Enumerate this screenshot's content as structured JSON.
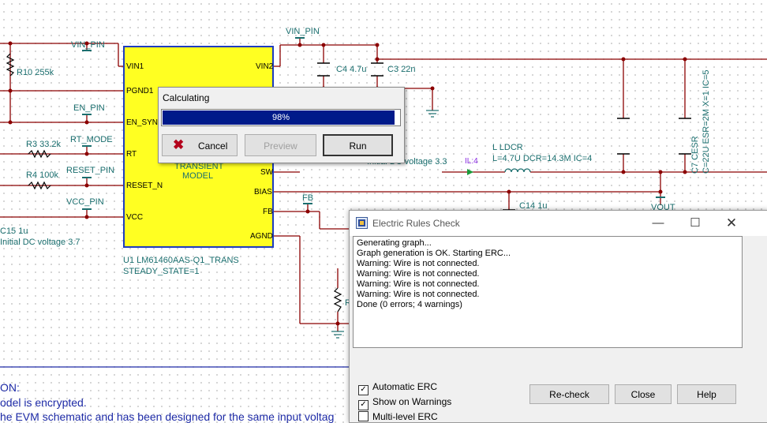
{
  "schematic": {
    "nets": {
      "vin_pin_left": "VIN_PIN",
      "vin_pin_top": "VIN_PIN",
      "en_pin": "EN_PIN",
      "rt_mode": "RT_MODE",
      "reset_pin": "RESET_PIN",
      "vcc_pin": "VCC_PIN",
      "fb": "FB",
      "vout": "VOUT"
    },
    "components": {
      "r10": "R10 255k",
      "r3": "R3 33.2k",
      "r4": "R4 100k",
      "c15": "C15 1u",
      "c15_ic": "Initial DC voltage 3.7",
      "c4": "C4 4.7u",
      "c3": "C3 22n",
      "c14": "C14 1u",
      "sw_ic": "Initial DC voltage 3.3",
      "il": "IL:4",
      "l": "L LDCR",
      "l_params": "L=4.7U DCR=14.3M IC=4",
      "c7": "C7 CESR",
      "c7_params": "C=22U ESR=2M X=1 IC=5",
      "r_partial": "R"
    },
    "chip": {
      "pins_left": [
        "VIN1",
        "PGND1",
        "EN_SYN",
        "RT",
        "RESET_N",
        "VCC"
      ],
      "pins_right": [
        "VIN2",
        "SW",
        "BIAS",
        "FB",
        "AGND"
      ],
      "center_line1": "TRANSIENT",
      "center_line2": "MODEL",
      "name": "U1 LM61460AAS-Q1_TRANS",
      "state": "STEADY_STATE=1"
    },
    "notes": {
      "line1": "ON:",
      "line2": "odel is encrypted.",
      "line3": "he EVM schematic and has been designed for the same input voltag"
    }
  },
  "calc_dialog": {
    "title": "Calculating",
    "progress_percent": 98,
    "progress_label": "98%",
    "cancel_label": "Cancel",
    "preview_label": "Preview",
    "run_label": "Run"
  },
  "erc_window": {
    "title": "Electric Rules Check",
    "log_lines": [
      "Generating graph...",
      "Graph generation is OK. Starting ERC...",
      "Warning: Wire is not connected.",
      "Warning: Wire is not connected.",
      "Warning: Wire is not connected.",
      "Warning: Wire is not connected.",
      "Done (0 errors; 4 warnings)"
    ],
    "automatic_erc": {
      "label": "Automatic ERC",
      "checked": true
    },
    "show_warnings": {
      "label": "Show on Warnings",
      "checked": true
    },
    "multilevel_erc": {
      "label": "Multi-level ERC",
      "checked": false
    },
    "recheck_label": "Re-check",
    "close_label": "Close",
    "help_label": "Help"
  },
  "colors": {
    "wire": "#8b0000",
    "chip_fill": "#ffff22",
    "chip_border": "#1e3cbf",
    "label": "#1a6e6e",
    "progress": "#001a8a"
  }
}
